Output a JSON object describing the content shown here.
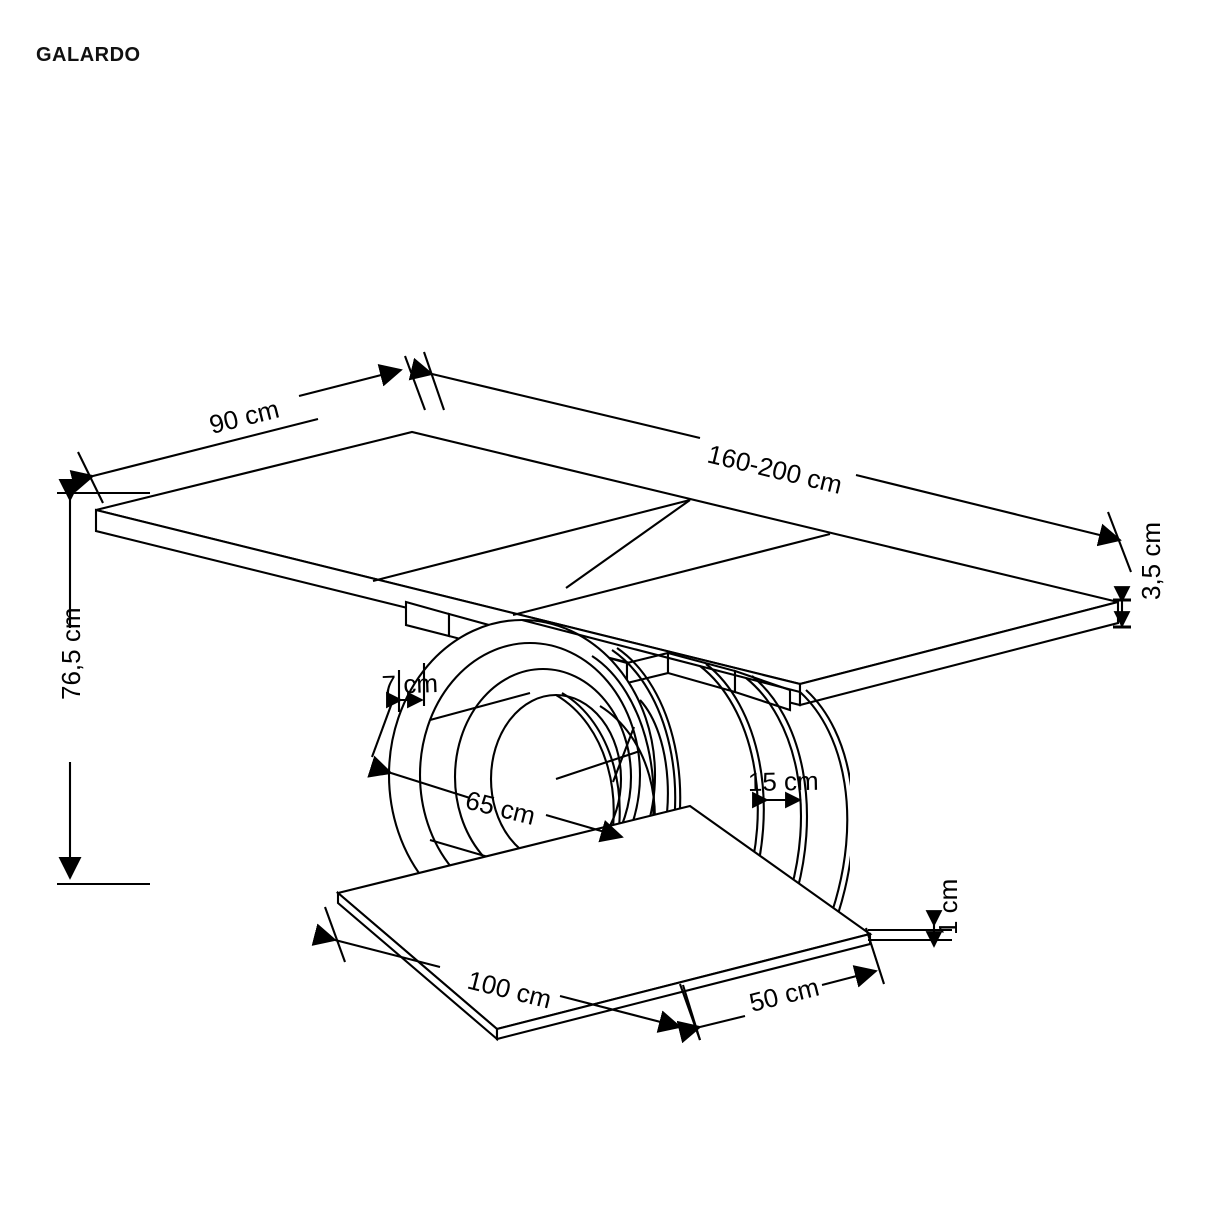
{
  "brand": {
    "name": "GALARDO"
  },
  "drawing": {
    "type": "technical-dimension-drawing",
    "subject": "extendable dining table with cylindrical ring pedestal",
    "projection": "isometric",
    "line_color": "#000000",
    "background_color": "#ffffff",
    "unit": "cm"
  },
  "dimensions": {
    "table_depth": "90 cm",
    "table_width": "160-200 cm",
    "table_height": "76,5 cm",
    "top_thickness": "3,5 cm",
    "ring_thickness": "7 cm",
    "ring_diameter": "65 cm",
    "ring_band_width": "15 cm",
    "base_length": "100 cm",
    "base_depth": "50 cm",
    "base_thickness": "1 cm"
  },
  "labels": [
    {
      "id": "depth",
      "text": "90 cm"
    },
    {
      "id": "width",
      "text": "160-200 cm"
    },
    {
      "id": "height",
      "text": "76,5 cm"
    },
    {
      "id": "top-thickness",
      "text": "3,5 cm"
    },
    {
      "id": "ring-thickness",
      "text": "7 cm"
    },
    {
      "id": "ring-diameter",
      "text": "65 cm"
    },
    {
      "id": "ring-band",
      "text": "15 cm"
    },
    {
      "id": "base-length",
      "text": "100 cm"
    },
    {
      "id": "base-depth",
      "text": "50 cm"
    },
    {
      "id": "base-thickness",
      "text": "1 cm"
    }
  ]
}
